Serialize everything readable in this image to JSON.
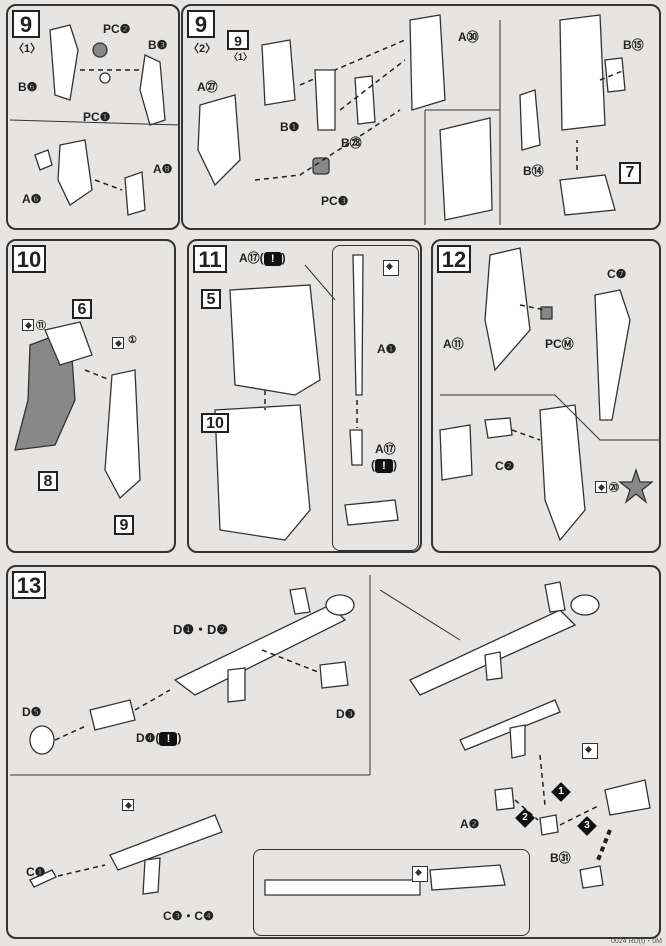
{
  "panels": {
    "p9a": {
      "step": "9",
      "sub": "〈1〉",
      "labels": {
        "pcb": "PC❷",
        "b3": "B❸",
        "b6": "B❻",
        "pca": "PC❶",
        "a6": "A❻",
        "a8": "A❽"
      }
    },
    "p9b": {
      "step": "9",
      "sub": "〈2〉",
      "mini_step": "9",
      "mini_sub": "〈1〉",
      "labels": {
        "a25": "A㉚",
        "a22": "A㉗",
        "b1": "B❶",
        "b23": "B㉘",
        "pcc": "PC❸",
        "b15": "B⑮",
        "b14": "B⑭",
        "ref7": "7"
      }
    },
    "p10": {
      "step": "10",
      "labels": {
        "ref6": "6",
        "ref8": "8",
        "ref9": "9",
        "t17": "⑪",
        "t1": "①"
      }
    },
    "p11": {
      "step": "11",
      "labels": {
        "a17": "A⑰(",
        "ref5": "5",
        "ref10": "10",
        "a1": "A❶",
        "a17b": "A⑰",
        "paren_open": "(",
        "paren_close": ")",
        "close": ")"
      }
    },
    "p12": {
      "step": "12",
      "labels": {
        "c7": "C❼",
        "a11": "A⑪",
        "pcm": "PCⓂ",
        "c2": "C❷",
        "t35": "⑳"
      }
    },
    "p13": {
      "step": "13",
      "labels": {
        "d1d2": "D❶・D❷",
        "d5": "D❺",
        "d4": "D❹(",
        "d4close": ")",
        "d3": "D❸",
        "c1": "C❶",
        "c3c4": "C❸・C❹",
        "a2": "A❷",
        "b27": "B㉛",
        "n1": "1",
        "n2": "2",
        "n3": "3"
      }
    }
  },
  "footer": "0024 RD(t)・0M"
}
